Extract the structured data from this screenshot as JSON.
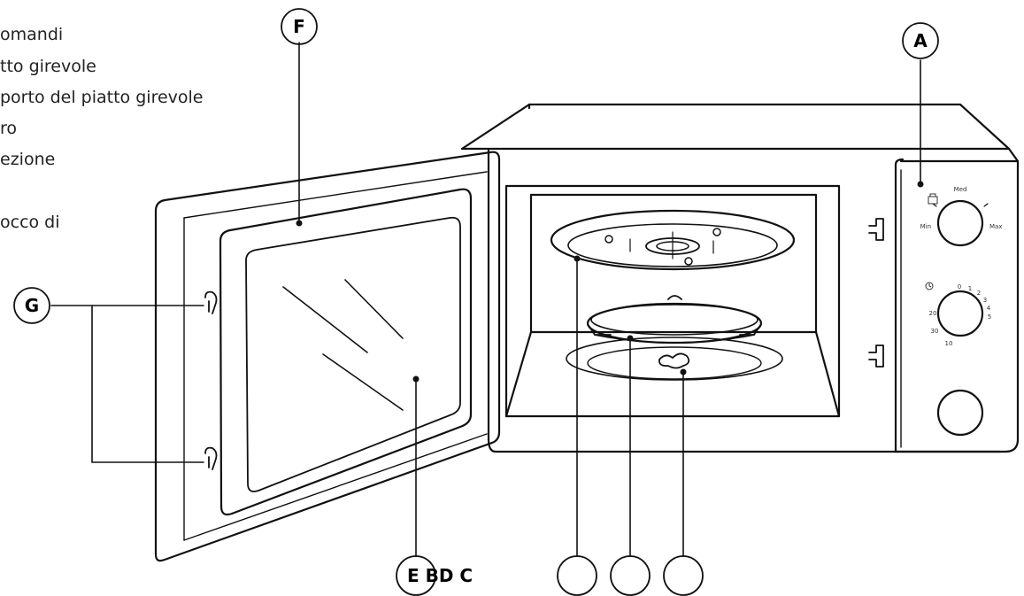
{
  "legend_lines": [
    "omandi",
    "tto girevole",
    "porto del piatto girevole",
    "ro",
    "ezione",
    "occo di"
  ],
  "callouts": {
    "a": "A",
    "f": "F",
    "g": "G",
    "bottom": "E BD C"
  },
  "dial_labels": {
    "power_top": "Med",
    "power_left": "Min",
    "power_right": "Max",
    "timer_marks": [
      "0",
      "1",
      "2",
      "3",
      "4",
      "5",
      "10",
      "20",
      "30"
    ]
  }
}
